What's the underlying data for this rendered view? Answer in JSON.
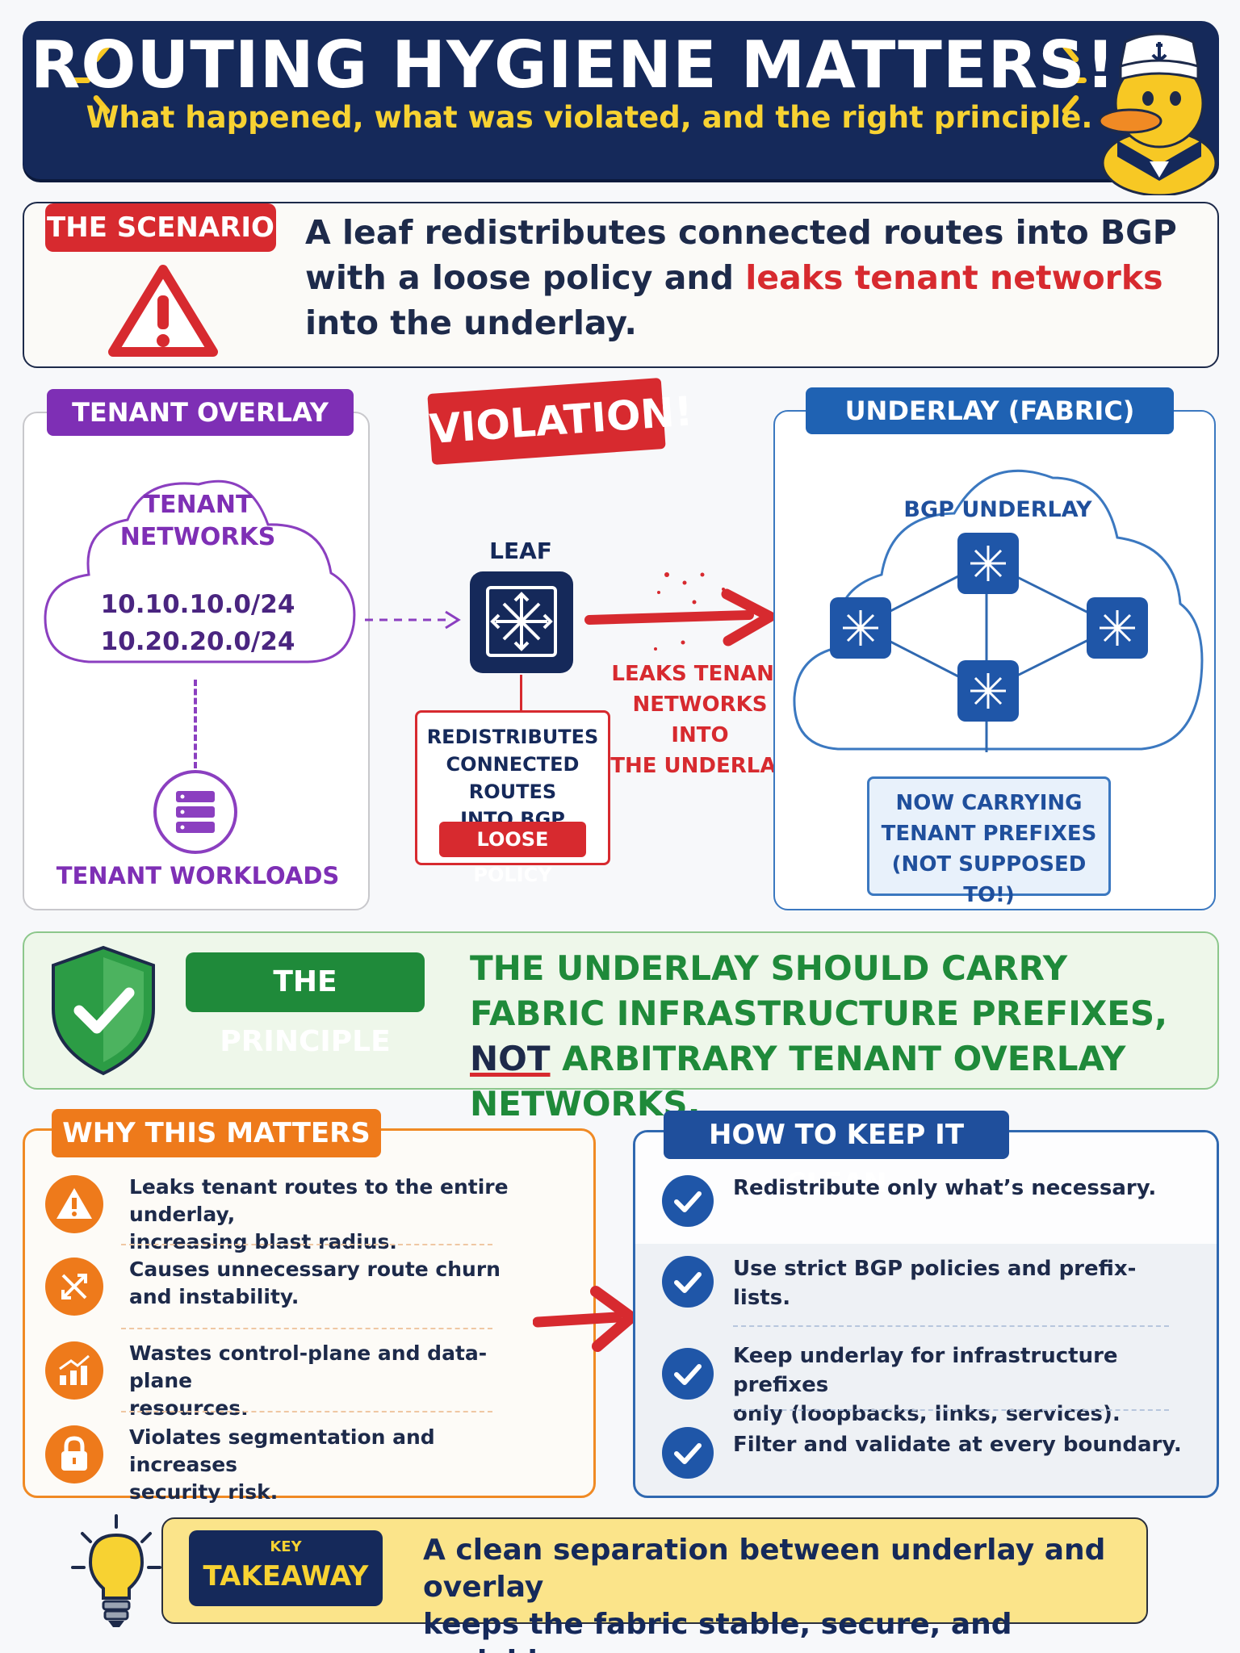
{
  "header": {
    "title": "ROUTING HYGIENE MATTERS!",
    "subtitle": "What happened, what was violated, and the right principle."
  },
  "scenario": {
    "badge": "THE SCENARIO",
    "text_1": "A leaf redistributes connected routes into BGP",
    "text_2a": "with a loose policy and ",
    "text_2b": "leaks tenant networks",
    "text_3": "into the underlay."
  },
  "overlay": {
    "badge": "TENANT OVERLAY",
    "cloud_title_1": "TENANT",
    "cloud_title_2": "NETWORKS",
    "prefix_1": "10.10.10.0/24",
    "prefix_2": "10.20.20.0/24",
    "workloads_label": "TENANT WORKLOADS"
  },
  "violation": "VIOLATION!",
  "leaf": {
    "label": "LEAF",
    "box_1": "REDISTRIBUTES",
    "box_2": "CONNECTED ROUTES",
    "box_3": "INTO BGP",
    "loose_policy": "LOOSE POLICY"
  },
  "leak": {
    "line_1": "LEAKS TENANT",
    "line_2": "NETWORKS INTO",
    "line_3": "THE UNDERLAY"
  },
  "underlay": {
    "badge": "UNDERLAY (FABRIC)",
    "cloud_title": "BGP UNDERLAY",
    "note_1": "NOW CARRYING",
    "note_2": "TENANT PREFIXES",
    "note_3": "(NOT SUPPOSED TO!)"
  },
  "principle": {
    "badge": "THE PRINCIPLE",
    "line_1": "THE UNDERLAY SHOULD CARRY",
    "line_2": "FABRIC INFRASTRUCTURE PREFIXES,",
    "line_3_not": "NOT",
    "line_3_rest": " ARBITRARY TENANT OVERLAY NETWORKS."
  },
  "why": {
    "badge": "WHY THIS MATTERS",
    "items": [
      {
        "text_1": "Leaks tenant routes to the entire underlay,",
        "text_2": "increasing blast radius."
      },
      {
        "text_1": "Causes unnecessary route churn",
        "text_2": "and instability."
      },
      {
        "text_1": "Wastes control-plane and data-plane",
        "text_2": "resources."
      },
      {
        "text_1": "Violates segmentation and increases",
        "text_2": "security risk."
      }
    ]
  },
  "how": {
    "badge": "HOW TO KEEP IT CLEAN",
    "items": [
      {
        "text_1": "Redistribute only what’s necessary.",
        "text_2": ""
      },
      {
        "text_1": "Use strict BGP policies and prefix-lists.",
        "text_2": ""
      },
      {
        "text_1": "Keep underlay for infrastructure prefixes",
        "text_2": "only (loopbacks, links, services)."
      },
      {
        "text_1": "Filter and validate at every boundary.",
        "text_2": ""
      }
    ]
  },
  "takeaway": {
    "badge_small": "KEY",
    "badge_big": "TAKEAWAY",
    "text_1": "A clean separation between underlay and overlay",
    "text_2": "keeps the fabric stable, secure, and scalable."
  },
  "colors": {
    "navy": "#15295a",
    "red": "#d72a2f",
    "purple": "#7e2fb5",
    "blue": "#1f62b3",
    "green": "#1f8a3a",
    "orange": "#ee7a1b",
    "yellow": "#f7d232"
  }
}
